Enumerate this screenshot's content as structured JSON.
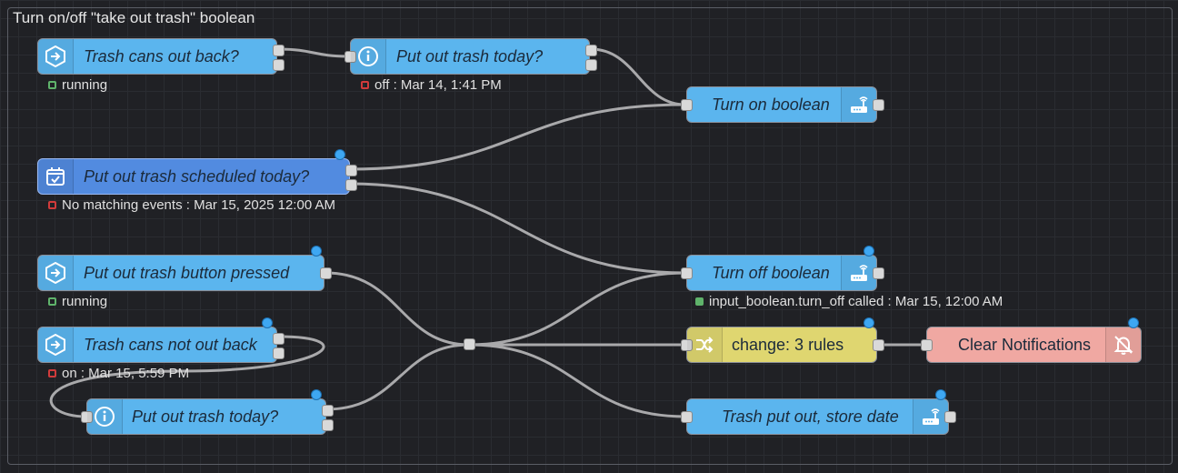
{
  "group": {
    "label": "Turn on/off \"take out trash\" boolean"
  },
  "nodes": {
    "trash_cans_out_back": {
      "label": "Trash cans out back?",
      "status": "running",
      "icon": "arrow-right-hex-icon"
    },
    "put_out_trash_today_1": {
      "label": "Put out trash today?",
      "status": "off : Mar 14, 1:41 PM",
      "icon": "info-circle-icon"
    },
    "turn_on_boolean": {
      "label": "Turn on boolean",
      "icon": "router-icon"
    },
    "scheduled_today": {
      "label": "Put out trash scheduled today?",
      "status": "No matching events : Mar 15, 2025 12:00 AM",
      "icon": "calendar-check-icon"
    },
    "button_pressed": {
      "label": "Put out trash button pressed",
      "status": "running",
      "icon": "arrow-right-hex-icon"
    },
    "turn_off_boolean": {
      "label": "Turn off boolean",
      "status": "input_boolean.turn_off called : Mar 15, 12:00 AM",
      "icon": "router-icon"
    },
    "cans_not_out_back": {
      "label": "Trash cans not out back",
      "status": "on : Mar 15, 5:59 PM",
      "icon": "arrow-right-hex-icon"
    },
    "change_rules": {
      "label": "change: 3 rules",
      "icon": "shuffle-icon"
    },
    "clear_notifications": {
      "label": "Clear Notifications",
      "icon": "bell-off-icon"
    },
    "put_out_trash_today_2": {
      "label": "Put out trash today?",
      "icon": "info-circle-icon"
    },
    "store_date": {
      "label": "Trash put out, store date",
      "icon": "router-icon"
    }
  },
  "colors": {
    "node_blue": "#5bb5ee",
    "node_selected": "#528be0",
    "change_yellow": "#dfd670",
    "notify_pink": "#f0a8a2",
    "wire": "#a9a9ab",
    "status_green": "#5fb36b",
    "status_red": "#d13b3b",
    "changed_dot": "#3ea7f2"
  }
}
